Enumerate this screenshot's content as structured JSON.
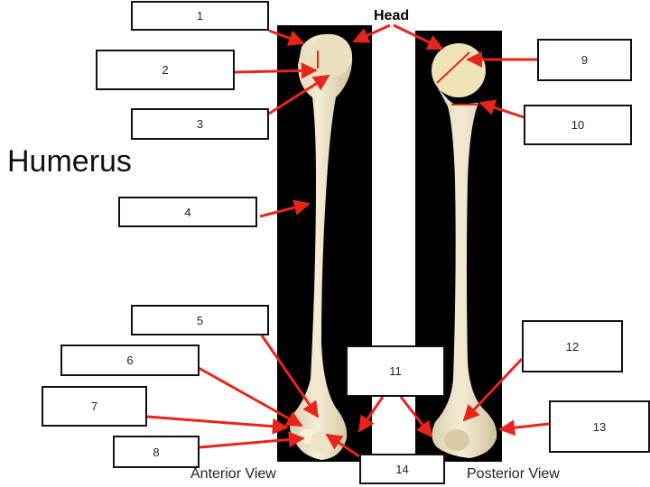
{
  "title": "Humerus",
  "head_label": "Head",
  "views": {
    "anterior": "Anterior View",
    "posterior": "Posterior View"
  },
  "boxes": [
    "1",
    "2",
    "3",
    "4",
    "5",
    "6",
    "7",
    "8",
    "9",
    "10",
    "11",
    "12",
    "13",
    "14"
  ],
  "colors": {
    "arrow": "#e8251a",
    "panel": "#000000",
    "bone": "#efe6cc"
  }
}
